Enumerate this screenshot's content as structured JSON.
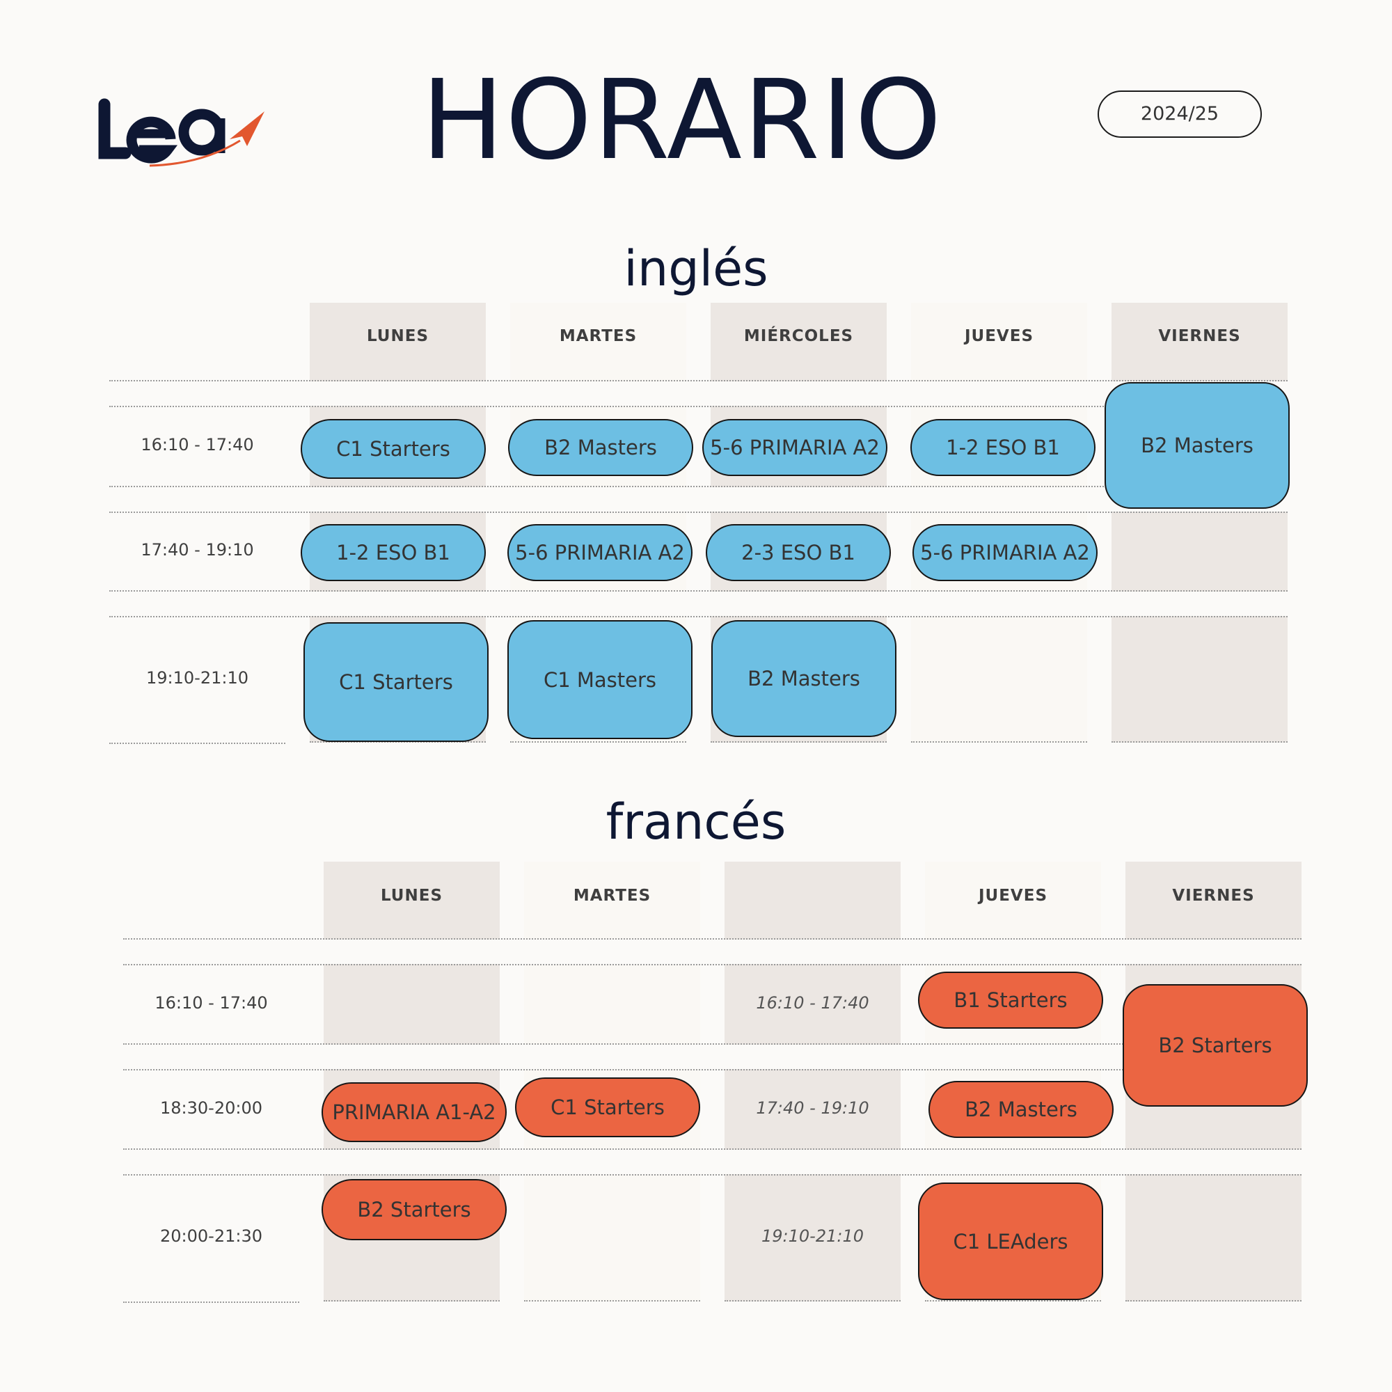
{
  "header": {
    "title": "HORARIO",
    "year": "2024/25",
    "logo_text": "lea"
  },
  "colors": {
    "blue": "#6DBFE3",
    "orange": "#EB6542",
    "navy": "#0E1733",
    "grey_col": "#ECE7E3"
  },
  "ingles": {
    "title": "inglés",
    "days": [
      "LUNES",
      "MARTES",
      "MIÉRCOLES",
      "JUEVES",
      "VIERNES"
    ],
    "times": [
      "16:10 - 17:40",
      "17:40 - 19:10",
      "19:10-21:10"
    ],
    "classes": {
      "lunes": [
        "C1 Starters",
        "1-2 ESO B1",
        "C1 Starters"
      ],
      "martes": [
        "B2 Masters",
        "5-6 PRIMARIA A2",
        "C1 Masters"
      ],
      "miercoles": [
        "5-6 PRIMARIA A2",
        "2-3 ESO B1",
        "B2 Masters"
      ],
      "jueves": [
        "1-2 ESO B1",
        "5-6 PRIMARIA A2"
      ],
      "viernes": [
        "B2 Masters"
      ]
    }
  },
  "frances": {
    "title": "francés",
    "days": [
      "LUNES",
      "MARTES",
      "",
      "JUEVES",
      "VIERNES"
    ],
    "times": [
      "16:10 - 17:40",
      "18:30-20:00",
      "20:00-21:30"
    ],
    "middle_times": [
      "16:10 - 17:40",
      "17:40 - 19:10",
      "19:10-21:10"
    ],
    "classes": {
      "lunes": [
        "PRIMARIA A1-A2",
        "B2 Starters"
      ],
      "martes": [
        "C1 Starters"
      ],
      "jueves": [
        "B1 Starters",
        "B2 Masters",
        "C1 LEAders"
      ],
      "viernes": [
        "B2 Starters"
      ]
    }
  }
}
